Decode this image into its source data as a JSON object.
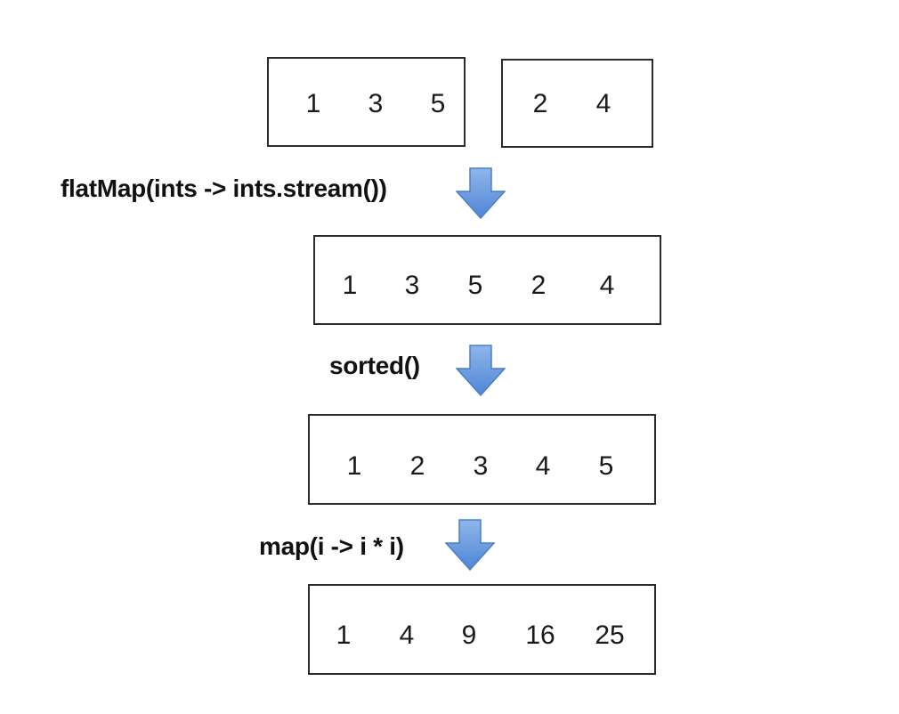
{
  "inputs": [
    {
      "values": [
        "1",
        "3",
        "5"
      ]
    },
    {
      "values": [
        "2",
        "4"
      ]
    }
  ],
  "steps": [
    {
      "operation": "flatMap(ints -> ints.stream())",
      "values": [
        "1",
        "3",
        "5",
        "2",
        "4"
      ]
    },
    {
      "operation": "sorted()",
      "values": [
        "1",
        "2",
        "3",
        "4",
        "5"
      ]
    },
    {
      "operation": "map(i -> i * i)",
      "values": [
        "1",
        "4",
        "9",
        "16",
        "25"
      ]
    }
  ],
  "colors": {
    "arrow_fill_top": "#8fb5ea",
    "arrow_fill_bottom": "#4f86d6",
    "arrow_stroke": "#4a7fc8",
    "box_border": "#2b2b2b"
  }
}
